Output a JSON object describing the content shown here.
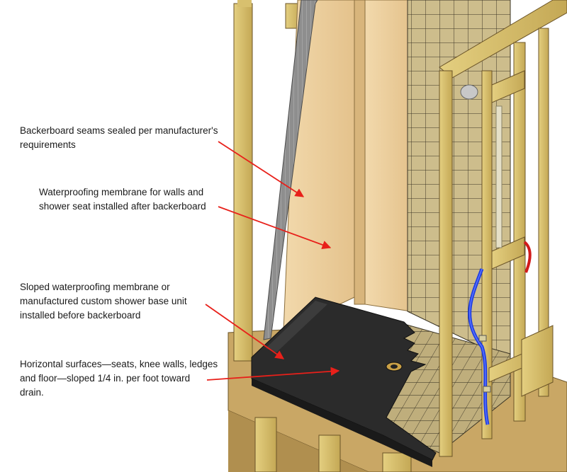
{
  "callouts": [
    {
      "id": "backerboard-seams",
      "lines": [
        "Backerboard seams sealed per manufacturer's",
        "requirements"
      ]
    },
    {
      "id": "wall-membrane",
      "lines": [
        "Waterproofing membrane for walls and",
        "shower seat installed after backerboard"
      ]
    },
    {
      "id": "sloped-membrane",
      "lines": [
        "Sloped waterproofing membrane or",
        "manufactured custom shower base unit",
        "installed before backerboard"
      ]
    },
    {
      "id": "horizontal-surfaces",
      "lines": [
        "Horizontal surfaces—seats, knee walls, ledges",
        "and floor—sloped 1/4 in. per foot toward",
        "drain."
      ]
    }
  ],
  "colors": {
    "arrow": "#e8201a",
    "lumber": "#d8c06e",
    "lumber_dark": "#a88a3a",
    "backerboard": "#eed2a2",
    "tile": "#c9b98a",
    "membrane": "#2b2b2b",
    "wall_membrane": "#8c8c8c",
    "osb": "#c9a765",
    "water_supply": "#1f3ee0",
    "hot_supply": "#d11a1a"
  }
}
